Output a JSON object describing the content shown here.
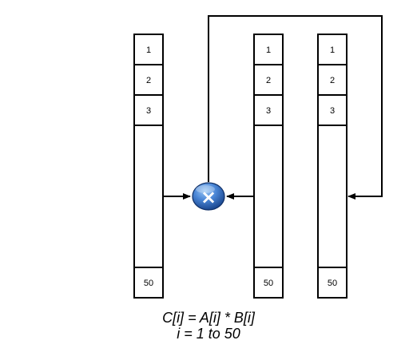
{
  "arrays": [
    {
      "cells": [
        "1",
        "2",
        "3",
        "50"
      ]
    },
    {
      "cells": [
        "1",
        "2",
        "3",
        "50"
      ]
    },
    {
      "cells": [
        "1",
        "2",
        "3",
        "50"
      ]
    }
  ],
  "multiply": {
    "symbol": "×"
  },
  "caption": {
    "line1": "C[i] = A[i] * B[i]",
    "line2": "i = 1 to 50"
  },
  "colors": {
    "stroke": "#000000",
    "node_dark": "#1f4e99",
    "node_light": "#5b9de0"
  }
}
